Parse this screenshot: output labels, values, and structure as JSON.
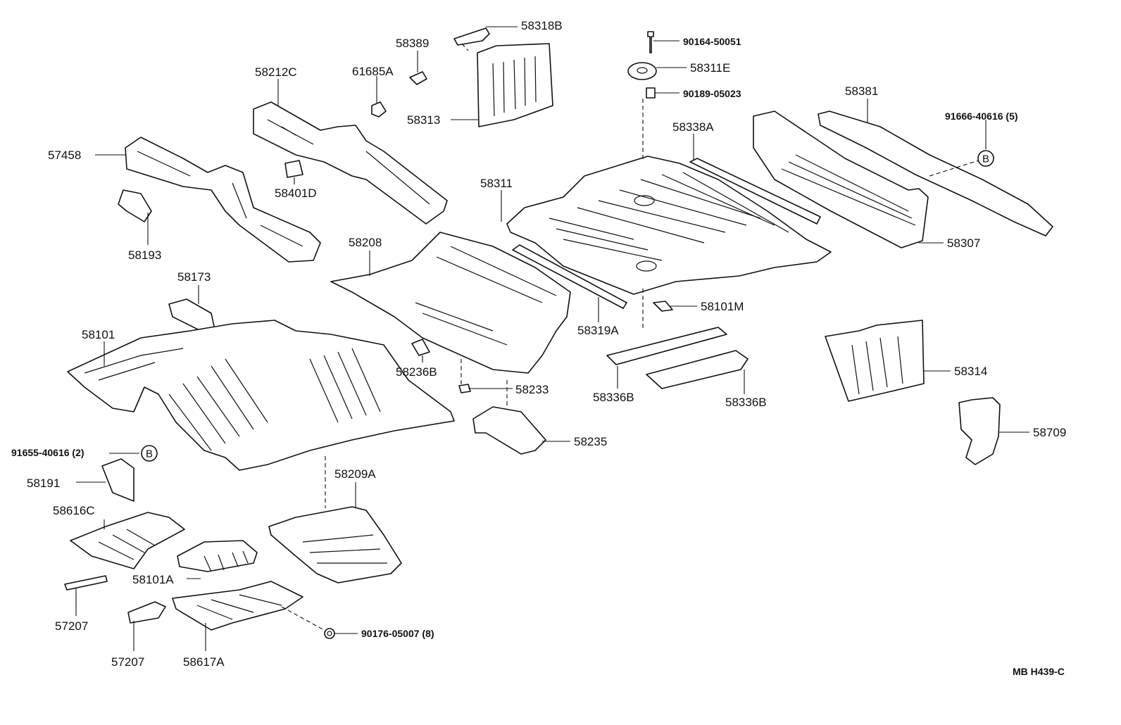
{
  "title": "",
  "diagram_code": "MB  H439-C",
  "labels": {
    "p58318B": "58318B",
    "p58389": "58389",
    "p61685A": "61685A",
    "p58212C": "58212C",
    "p58313": "58313",
    "p57458": "57458",
    "p58401D": "58401D",
    "p58193": "58193",
    "p90164": "90164-50051",
    "p58311E": "58311E",
    "p90189": "90189-05023",
    "p58338A": "58338A",
    "p58381": "58381",
    "p91666": "91666-40616 (5)",
    "p58311": "58311",
    "p58208": "58208",
    "p58307": "58307",
    "p58173": "58173",
    "p58101M": "58101M",
    "p58319A": "58319A",
    "p58101": "58101",
    "p58236B": "58236B",
    "p58233": "58233",
    "p58336B_1": "58336B",
    "p58336B_2": "58336B",
    "p58314": "58314",
    "p58235": "58235",
    "p58709": "58709",
    "p91655": "91655-40616 (2)",
    "p58191": "58191",
    "p58209A": "58209A",
    "p58616C": "58616C",
    "p58101A": "58101A",
    "p57207_1": "57207",
    "p57207_2": "57207",
    "p58617A": "58617A",
    "p90176": "90176-05007 (8)"
  },
  "callouts": {
    "ref_b_1": "B",
    "ref_b_2": "B"
  }
}
